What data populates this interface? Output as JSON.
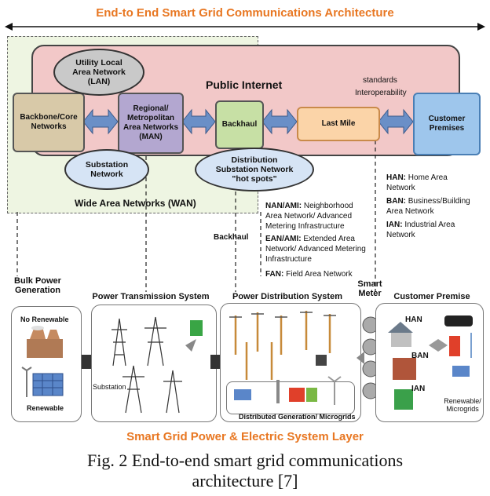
{
  "header": {
    "title": "End-to End Smart Grid Communications Architecture"
  },
  "network": {
    "wan_label": "Wide Area Networks (WAN)",
    "public_internet": "Public Internet",
    "lan": "Utility Local Area Network (LAN)",
    "backbone": "Backbone/Core Networks",
    "man": "Regional/ Metropolitan Area Networks (MAN)",
    "substation_network": "Substation Network",
    "backhaul": "Backhaul",
    "distribution_hotspots_line1": "Distribution",
    "distribution_hotspots_line2": "Substation Network",
    "distribution_hotspots_line3": "\"hot spots\"",
    "last_mile": "Last Mile",
    "customer_premises": "Customer Premises",
    "standards_line1": "standards",
    "standards_line2": "Interoperability"
  },
  "legend": {
    "han_key": "HAN:",
    "han_val": "Home Area Network",
    "ban_key": "BAN:",
    "ban_val": "Business/Building Area Network",
    "ian_key": "IAN:",
    "ian_val": "Industrial Area Network",
    "nan_key": "NAN/AMI:",
    "nan_val": "Neighborhood Area Network/ Advanced Metering Infrastructure",
    "ean_key": "EAN/AMI:",
    "ean_val": "Extended Area Network/ Advanced Metering Infrastructure",
    "fan_key": "FAN:",
    "fan_val": "Field Area Network",
    "backhaul_label": "Backhaul"
  },
  "power": {
    "bulk_title": "Bulk Power Generation",
    "no_renewable": "No Renewable",
    "renewable": "Renewable",
    "transmission_title": "Power Transmission System",
    "substation": "Substation",
    "distribution_title": "Power Distribution System",
    "distributed_gen": "Distributed Generation/ Microgrids",
    "smart_meter": "Smart Meter",
    "customer_title": "Customer Premise",
    "han": "HAN",
    "ban": "BAN",
    "ian": "IAN",
    "renewable_microgrids": "Renewable/ Microgrids"
  },
  "footer": {
    "layer_title": "Smart Grid Power & Electric System Layer",
    "caption_line1": "Fig. 2  End-to-end smart grid communications",
    "caption_line2": "architecture [7]"
  },
  "colors": {
    "title_orange": "#e87722",
    "internet_pink": "#f2c8c8",
    "wan_green": "#eef5e2",
    "arrow_blue": "#6a8fc7"
  }
}
